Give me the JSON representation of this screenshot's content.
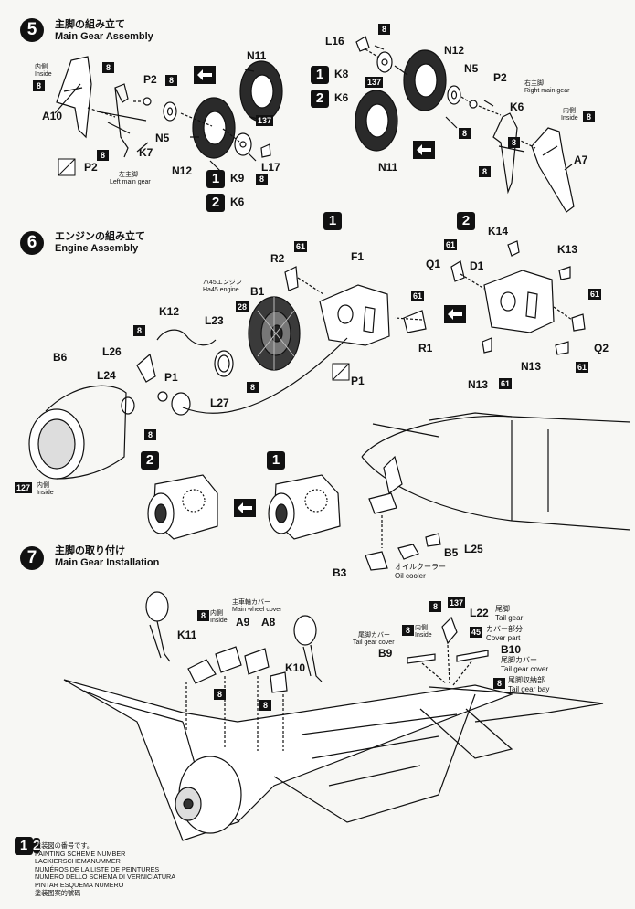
{
  "steps": [
    {
      "num": "5",
      "jp": "主脚の組み立て",
      "en": "Main Gear Assembly"
    },
    {
      "num": "6",
      "jp": "エンジンの組み立て",
      "en": "Engine Assembly"
    },
    {
      "num": "7",
      "jp": "主脚の取り付け",
      "en": "Main Gear Installation"
    }
  ],
  "labels": {
    "a10": "A10",
    "k7": "K7",
    "p2": "P2",
    "n5": "N5",
    "n12": "N12",
    "n11": "N11",
    "k9": "K9",
    "l17": "L17",
    "k6": "K6",
    "l16": "L16",
    "k8": "K8",
    "a7": "A7",
    "r2": "R2",
    "f1": "F1",
    "b1": "B1",
    "k12": "K12",
    "l23": "L23",
    "l26": "L26",
    "l24": "L24",
    "p1": "P1",
    "l27": "L27",
    "b6": "B6",
    "r1": "R1",
    "k14": "K14",
    "k13": "K13",
    "q1": "Q1",
    "d1": "D1",
    "q2": "Q2",
    "n13": "N13",
    "b5": "B5",
    "l25": "L25",
    "b3": "B3",
    "a9": "A9",
    "a8": "A8",
    "k11": "K11",
    "k10": "K10",
    "l22": "L22",
    "b9": "B9",
    "b10": "B10"
  },
  "notes": {
    "inside_jp": "内側",
    "inside_en": "Inside",
    "left_main_gear_jp": "左主脚",
    "left_main_gear_en": "Left main gear",
    "right_main_gear_jp": "右主脚",
    "right_main_gear_en": "Right main gear",
    "engine_jp": "ハ45エンジン",
    "engine_en": "Ha45 engine",
    "oil_cooler_jp": "オイルクーラー",
    "oil_cooler_en": "Oil cooler",
    "main_wheel_cover_jp": "主車輪カバー",
    "main_wheel_cover_en": "Main wheel cover",
    "tail_gear_jp": "尾脚",
    "tail_gear_en": "Tail gear",
    "cover_part_jp": "カバー部分",
    "cover_part_en": "Cover part",
    "tail_gear_cover_jp": "尾脚カバー",
    "tail_gear_cover_en": "Tail gear cover",
    "tail_gear_bay_jp": "尾脚収納部",
    "tail_gear_bay_en": "Tail gear bay"
  },
  "colors": {
    "c8": "8",
    "c137": "137",
    "c61": "61",
    "c28": "28",
    "c127": "127",
    "c45": "45"
  },
  "schemes": {
    "s1": "1",
    "s2": "2"
  },
  "legend": [
    "塗装図の番号です。",
    "PAINTING SCHEME NUMBER",
    "LACKIERSCHEMANUMMER",
    "NUMÉROS DE LA LISTE DE PEINTURES",
    "NUMERO DELLO SCHEMA DI VERNICIATURA",
    "PINTAR ESQUEMA NUMERO",
    "塗装图案的號碼"
  ]
}
